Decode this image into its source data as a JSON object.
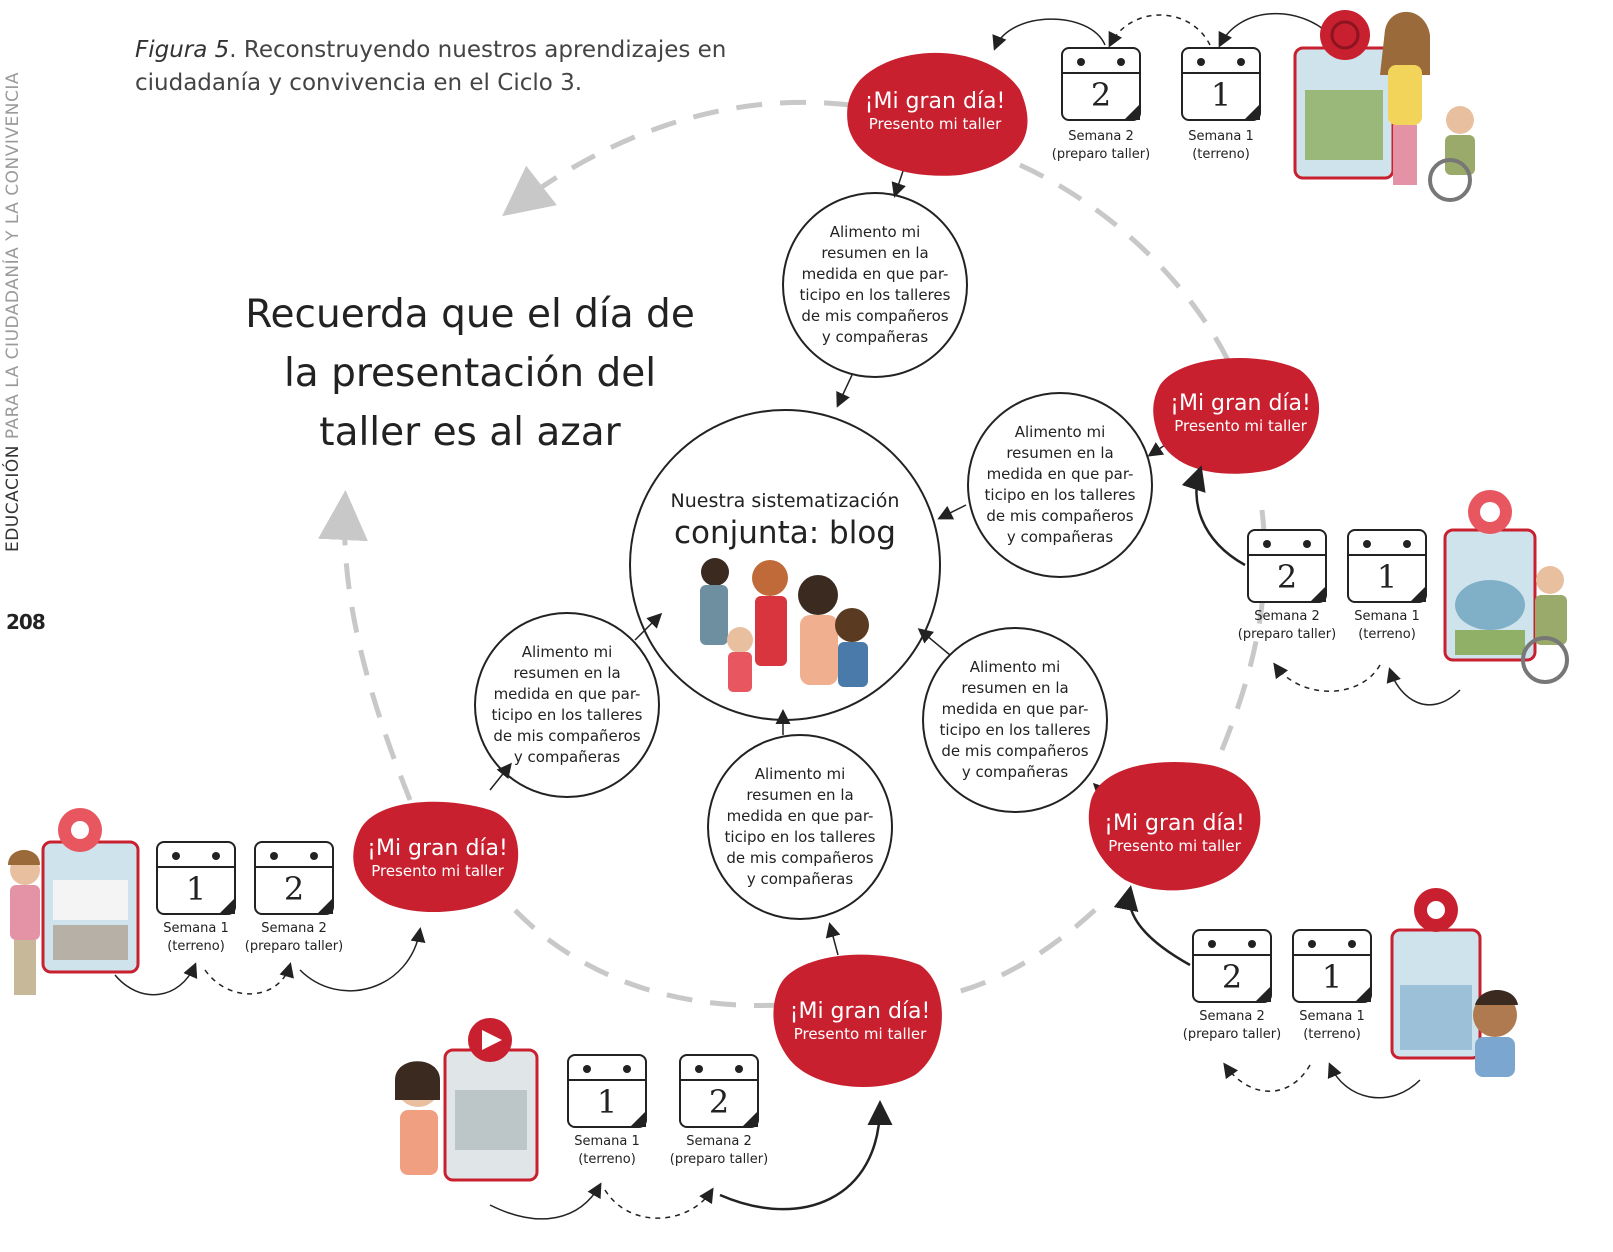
{
  "sidebar": {
    "title_bold": "EDUCACIÓN",
    "title_rest": " PARA LA CIUDADANÍA Y LA CONVIVENCIA",
    "page_number": "208"
  },
  "caption": {
    "figure_label": "Figura 5",
    "text": ". Reconstruyendo nuestros aprendizajes en ciudadanía y convivencia en el Ciclo 3."
  },
  "reminder": "Recuerda que el día de la presentación del taller es al azar",
  "center": {
    "line1": "Nuestra sistematización",
    "line2": "conjunta: blog"
  },
  "bubble": {
    "title": "¡Mi gran día!",
    "subtitle": "Presento mi taller"
  },
  "summary_text": "Alimento mi resumen en la medida en que participo en los talleres de mis compañeros y compañeras",
  "summary_lines": [
    "Alimento mi",
    "resumen en la",
    "medida en que par-",
    "ticipo en los talleres",
    "de mis compañeros",
    "y compañeras"
  ],
  "calendar": {
    "week1_number": "1",
    "week1_label": "Semana 1",
    "week1_note": "(terreno)",
    "week2_number": "2",
    "week2_label": "Semana 2",
    "week2_note": "(preparo taller)"
  },
  "colors": {
    "bubble_red": "#c8202f",
    "dashed_gray": "#c8c8c8",
    "line_dark": "#222222"
  },
  "icons": [
    "calendar-icon",
    "workshop-card-illustration",
    "student-illustration",
    "children-group-illustration"
  ]
}
